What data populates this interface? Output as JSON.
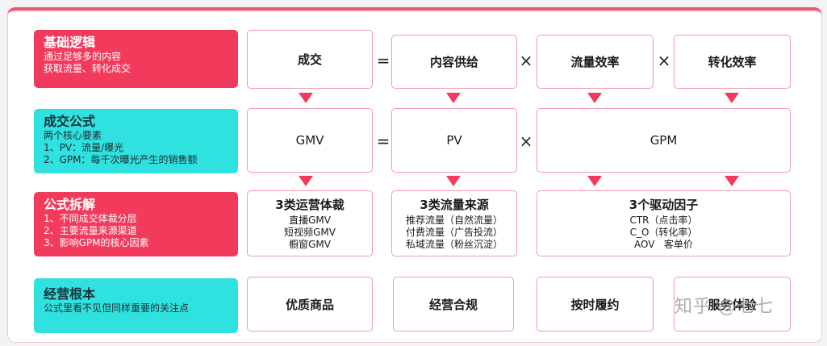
{
  "rows": [
    {
      "title": "基础逻辑",
      "lines": [
        "通过足够多的内容",
        "获取流量、转化成交"
      ]
    },
    {
      "title": "成交公式",
      "lines": [
        "两个核心要素",
        "1、PV：流量/曝光",
        "2、GPM：每千次曝光产生的销售额"
      ]
    },
    {
      "title": "公式拆解",
      "lines": [
        "1、不同成交体裁分层",
        "2、主要流量来源渠道",
        "3、影响GPM的核心因素"
      ]
    },
    {
      "title": "经营根本",
      "lines": [
        "公式里看不见但同样重要的关注点"
      ]
    }
  ],
  "row1": {
    "deal": "成交",
    "content": "内容供给",
    "traffic": "流量效率",
    "conversion": "转化效率"
  },
  "row2": {
    "gmv": "GMV",
    "pv": "PV",
    "gpm": "GPM"
  },
  "row3": {
    "genre": {
      "title": "3类运营体裁",
      "items": [
        "直播GMV",
        "短视频GMV",
        "橱窗GMV"
      ]
    },
    "sources": {
      "title": "3类流量来源",
      "items": [
        "推荐流量（自然流量）",
        "付费流量（广告投流）",
        "私域流量（粉丝沉淀）"
      ]
    },
    "drivers": {
      "title": "3个驱动因子",
      "items": [
        "CTR（点击率）",
        "C_O（转化率）",
        "AOV   客单价"
      ]
    }
  },
  "row4": {
    "goods": "优质商品",
    "compliance": "经营合规",
    "delivery": "按时履约",
    "service": "服务体验"
  },
  "operators": {
    "equals": "=",
    "times": "×"
  },
  "watermark": "知乎 @七七",
  "colors": {
    "red": "#f23a5c",
    "cyan": "#2fe2e0",
    "border": "#f29aac"
  }
}
